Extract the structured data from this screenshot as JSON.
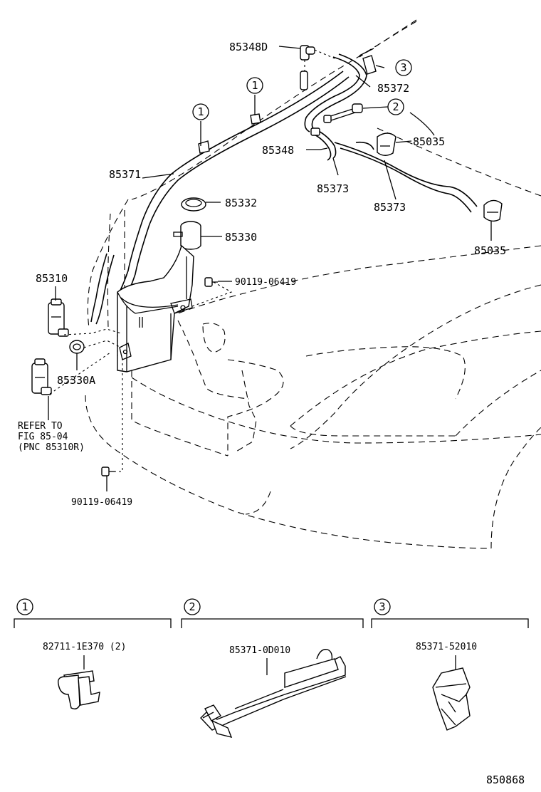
{
  "labels": {
    "p85348D": "85348D",
    "p85372": "85372",
    "p85371": "85371",
    "p85035a": "85035",
    "p85348": "85348",
    "p85373a": "85373",
    "p85373b": "85373",
    "p85332": "85332",
    "p85330": "85330",
    "p85035b": "85035",
    "p85310": "85310",
    "p90119a": "90119-06419",
    "p85330A": "85330A",
    "p90119b": "90119-06419",
    "refer1": "REFER TO",
    "refer2": "FIG 85-04",
    "refer3": "(PNC 85310R)"
  },
  "callouts": {
    "c1": "1",
    "c2": "2",
    "c3": "3"
  },
  "detail_panels": [
    {
      "num": "1",
      "part": "82711-1E370 (2)"
    },
    {
      "num": "2",
      "part": "85371-0D010"
    },
    {
      "num": "3",
      "part": "85371-52010"
    }
  ],
  "figure_number": "850868"
}
